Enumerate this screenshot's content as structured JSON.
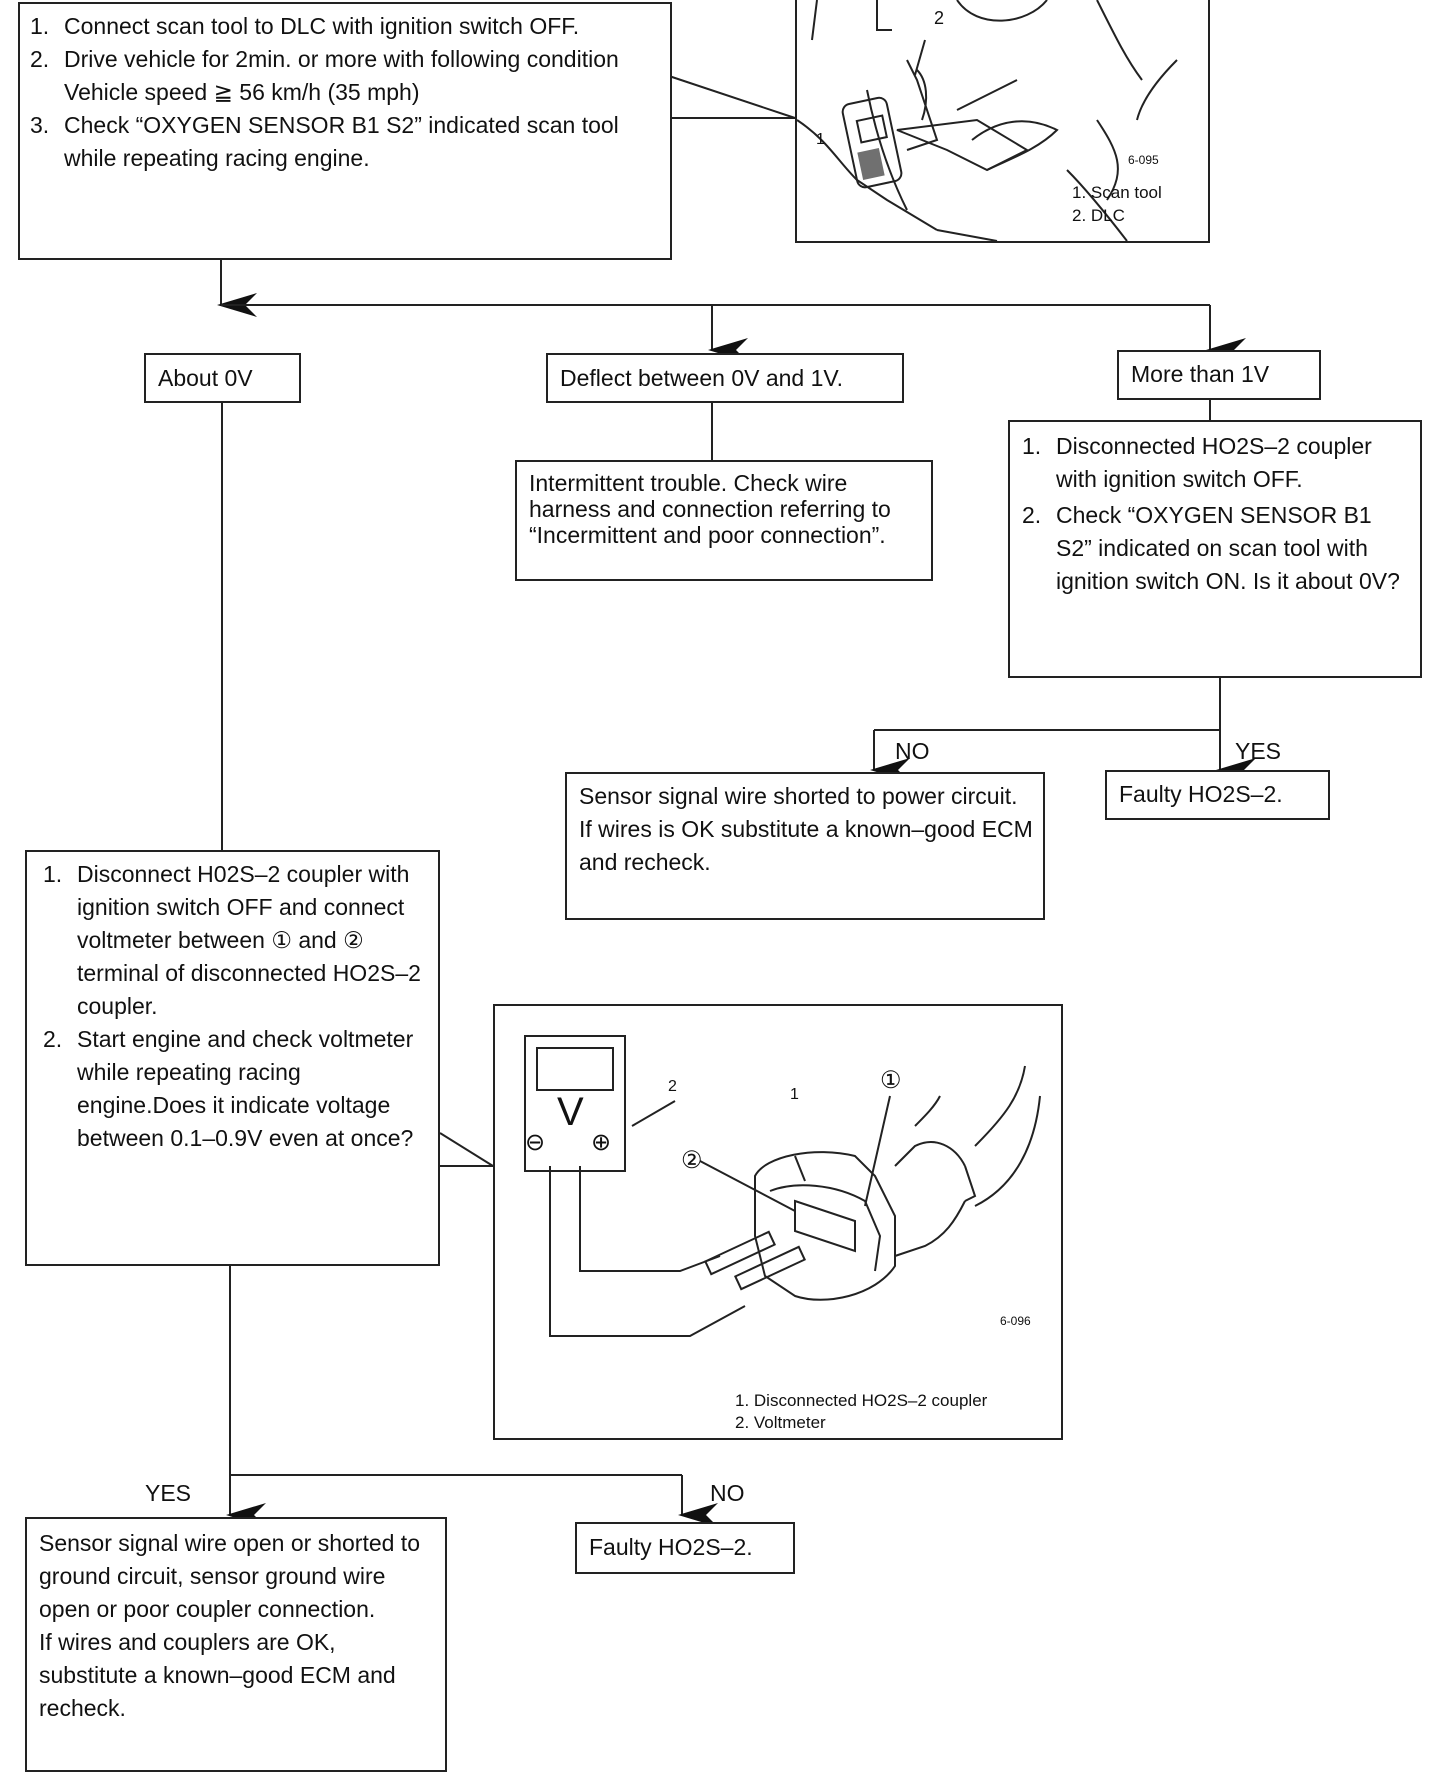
{
  "step1": {
    "items": [
      {
        "num": "1.",
        "text": "Connect scan tool to DLC with ignition switch OFF."
      },
      {
        "num": "2.",
        "text": "Drive vehicle for 2min. or more with following condition"
      },
      {
        "num": "",
        "text": "Vehicle speed ≧ 56 km/h (35 mph)"
      },
      {
        "num": "3.",
        "text": "Check “OXYGEN SENSOR B1 S2” indicated scan tool while repeating racing engine."
      }
    ]
  },
  "fig1": {
    "code": "6-095",
    "callout_1": "1",
    "callout_2": "2",
    "legend_1": "1.  Scan tool",
    "legend_2": "2.  DLC"
  },
  "branches": {
    "about_0v": "About 0V",
    "deflect": "Deflect between 0V and 1V.",
    "more_1v": "More than 1V"
  },
  "intermittent": "Intermittent trouble.  Check wire harness and connection referring to “Incermittent and poor connection”.",
  "check_more": {
    "items": [
      {
        "num": "1.",
        "text": "Disconnected HO2S–2 coupler with ignition switch OFF."
      },
      {
        "num": "2.",
        "text": "Check “OXYGEN SENSOR B1 S2” indicated on scan tool with ignition switch ON. Is it about 0V?"
      }
    ]
  },
  "labels": {
    "no_1": "NO",
    "yes_1": "YES",
    "yes_2": "YES",
    "no_2": "NO"
  },
  "shorted_power": {
    "line1": "Sensor signal wire shorted to power circuit.",
    "line2": "If wires is OK substitute a known–good ECM  and  recheck."
  },
  "faulty_1": "Faulty HO2S–2.",
  "check_about": {
    "items": [
      {
        "num": "1.",
        "text": "Disconnect H02S–2 coupler with ignition switch OFF and connect voltmeter between ① and ② terminal of disconnected HO2S–2 coupler."
      },
      {
        "num": "2.",
        "text": "Start engine and check voltmeter while repeating racing engine.Does it indicate voltage between 0.1–0.9V even at once?"
      }
    ]
  },
  "fig2": {
    "code": "6-096",
    "meter_letter": "V",
    "minus": "⊖",
    "plus": "⊕",
    "callout_1": "1",
    "callout_2": "2",
    "term_1": "①",
    "term_2": "②",
    "legend_1": "1.  Disconnected HO2S–2 coupler",
    "legend_2": "2.  Voltmeter"
  },
  "open_short": {
    "line1": "Sensor signal wire open or shorted to ground circuit, sensor ground wire open or poor coupler connection.",
    "line2": "If wires and couplers are OK, substitute a known–good ECM and recheck."
  },
  "faulty_2": "Faulty HO2S–2."
}
